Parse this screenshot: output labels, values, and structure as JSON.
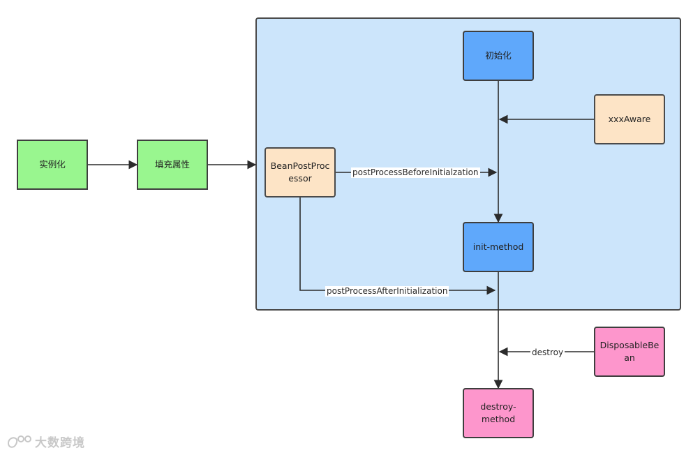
{
  "nodes": {
    "instantiate": "实例化",
    "populate": "填充属性",
    "bean_post_processor": "BeanPostProcessor",
    "initialize": "初始化",
    "xxx_aware": "xxxAware",
    "init_method": "init-method",
    "disposable_bean": "DisposableBean",
    "destroy_method": "destroy-method"
  },
  "edges": {
    "before_init": "postProcessBeforeInitialzation",
    "after_init": "postProcessAfterInitialization",
    "destroy": "destroy"
  },
  "watermark": "大数跨境",
  "colors": {
    "container_fill": "#cce5fb",
    "green": "#99f68f",
    "peach": "#fde4c6",
    "blue": "#5fa8fb",
    "pink": "#fd96cc",
    "stroke": "#333333"
  }
}
